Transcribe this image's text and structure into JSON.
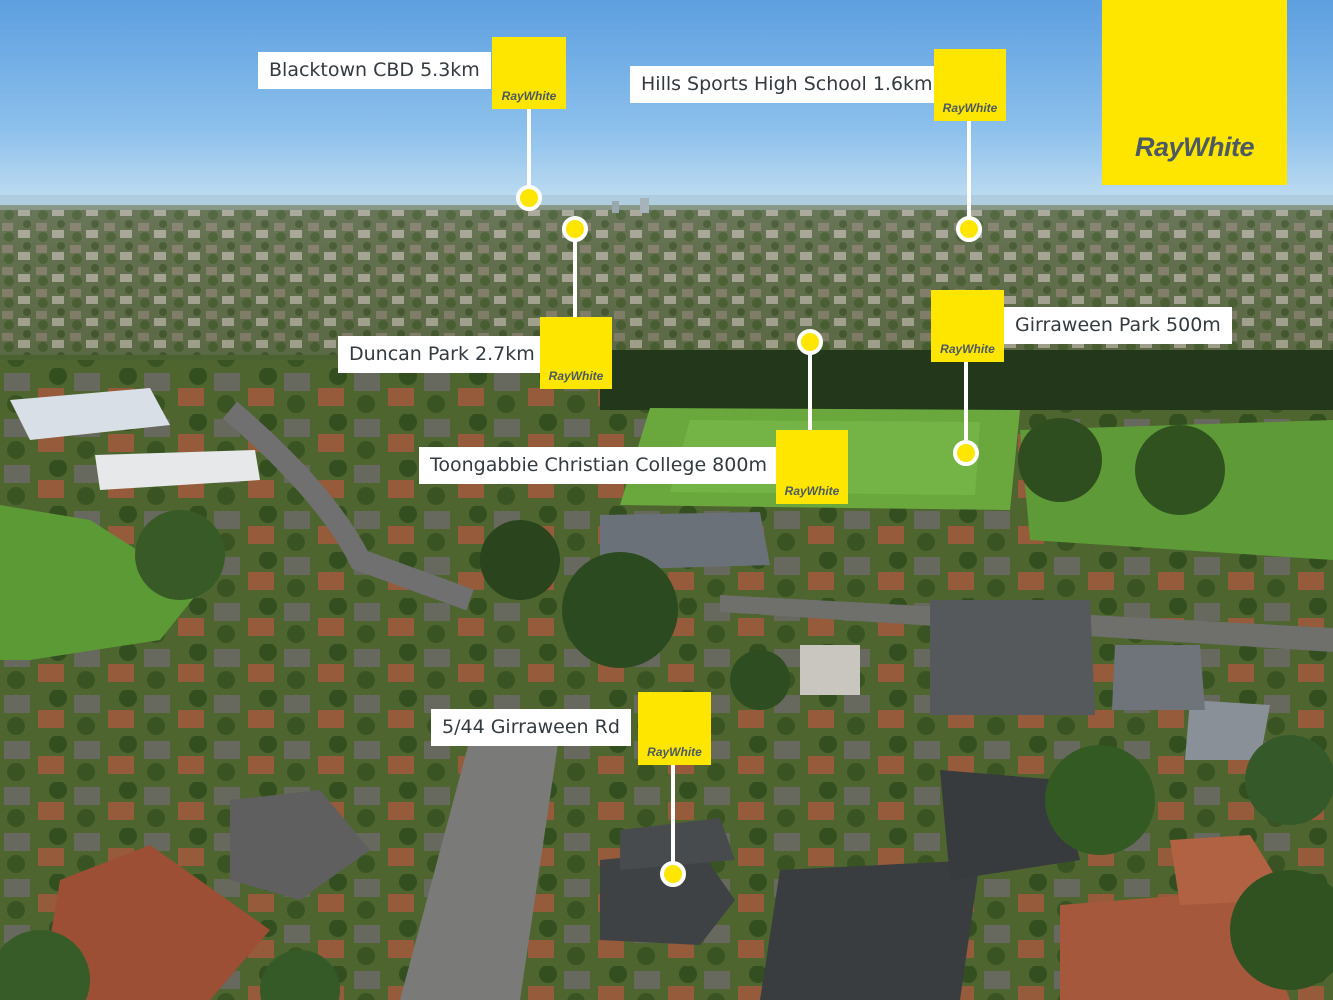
{
  "brand": {
    "logo_text": "RayWhite",
    "tag_text": "RayWhite",
    "yellow": "#ffe600",
    "grey": "#4b5a63"
  },
  "markers": [
    {
      "id": "blacktown-cbd",
      "label": "Blacktown CBD 5.3km"
    },
    {
      "id": "hills-sports-high",
      "label": "Hills Sports High School 1.6km"
    },
    {
      "id": "duncan-park",
      "label": "Duncan Park 2.7km"
    },
    {
      "id": "girraween-park",
      "label": "Girraween Park 500m"
    },
    {
      "id": "toongabbie-college",
      "label": "Toongabbie Christian College 800m"
    },
    {
      "id": "subject-property",
      "label": "5/44 Girraween Rd"
    }
  ]
}
